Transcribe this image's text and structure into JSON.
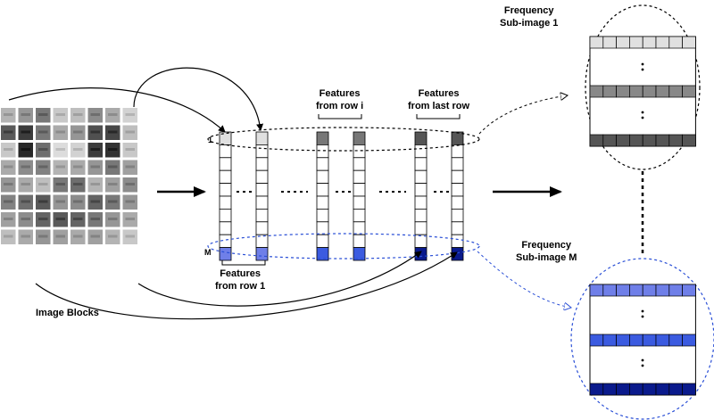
{
  "labels": {
    "image_blocks": "Image Blocks",
    "features_row1_line1": "Features",
    "features_row1_line2": "from row 1",
    "features_rowi_line1": "Features",
    "features_rowi_line2": "from row i",
    "features_last_line1": "Features",
    "features_last_line2": "from last row",
    "freq_sub1_line1": "Frequency",
    "freq_sub1_line2": "Sub-image 1",
    "freq_subM_line1": "Frequency",
    "freq_subM_line2": "Sub-image M",
    "index_top": "1",
    "index_bottom": "M"
  },
  "colors": {
    "light_blue": "#6f7fe8",
    "mid_blue": "#3b5be0",
    "dark_blue": "#0a1a8c",
    "top_light_gray": "#e0e0e0",
    "top_dark_gray": "#555555",
    "dashed_blue": "#2a4fd6"
  },
  "image_blocks": {
    "grid_size": 8,
    "gray_levels": [
      [
        180,
        150,
        120,
        200,
        190,
        140,
        170,
        210
      ],
      [
        90,
        60,
        120,
        170,
        150,
        80,
        70,
        190
      ],
      [
        200,
        40,
        110,
        220,
        210,
        60,
        50,
        200
      ],
      [
        170,
        140,
        130,
        180,
        170,
        150,
        120,
        160
      ],
      [
        150,
        170,
        190,
        120,
        110,
        180,
        160,
        140
      ],
      [
        130,
        110,
        90,
        150,
        140,
        100,
        120,
        150
      ],
      [
        160,
        140,
        100,
        90,
        100,
        120,
        150,
        170
      ],
      [
        190,
        170,
        150,
        160,
        170,
        160,
        180,
        200
      ]
    ]
  }
}
